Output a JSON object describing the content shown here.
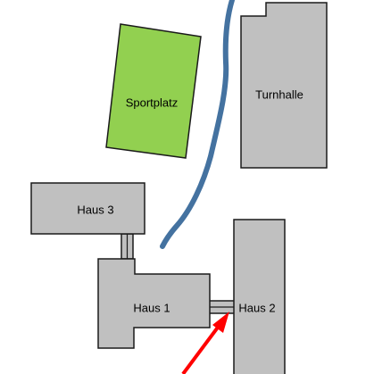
{
  "map": {
    "labels": {
      "sportplatz": "Sportplatz",
      "turnhalle": "Turnhalle",
      "haus3": "Haus 3",
      "haus1": "Haus 1",
      "haus2": "Haus 2"
    },
    "colors": {
      "sportplatz": "#92d050",
      "buildings": "#c0c0c0",
      "river": "#4472a0",
      "arrow": "#ff0000",
      "outline": "#1a1a1a"
    },
    "icons": {
      "arrow": "arrow-icon",
      "river": "river-line"
    }
  }
}
